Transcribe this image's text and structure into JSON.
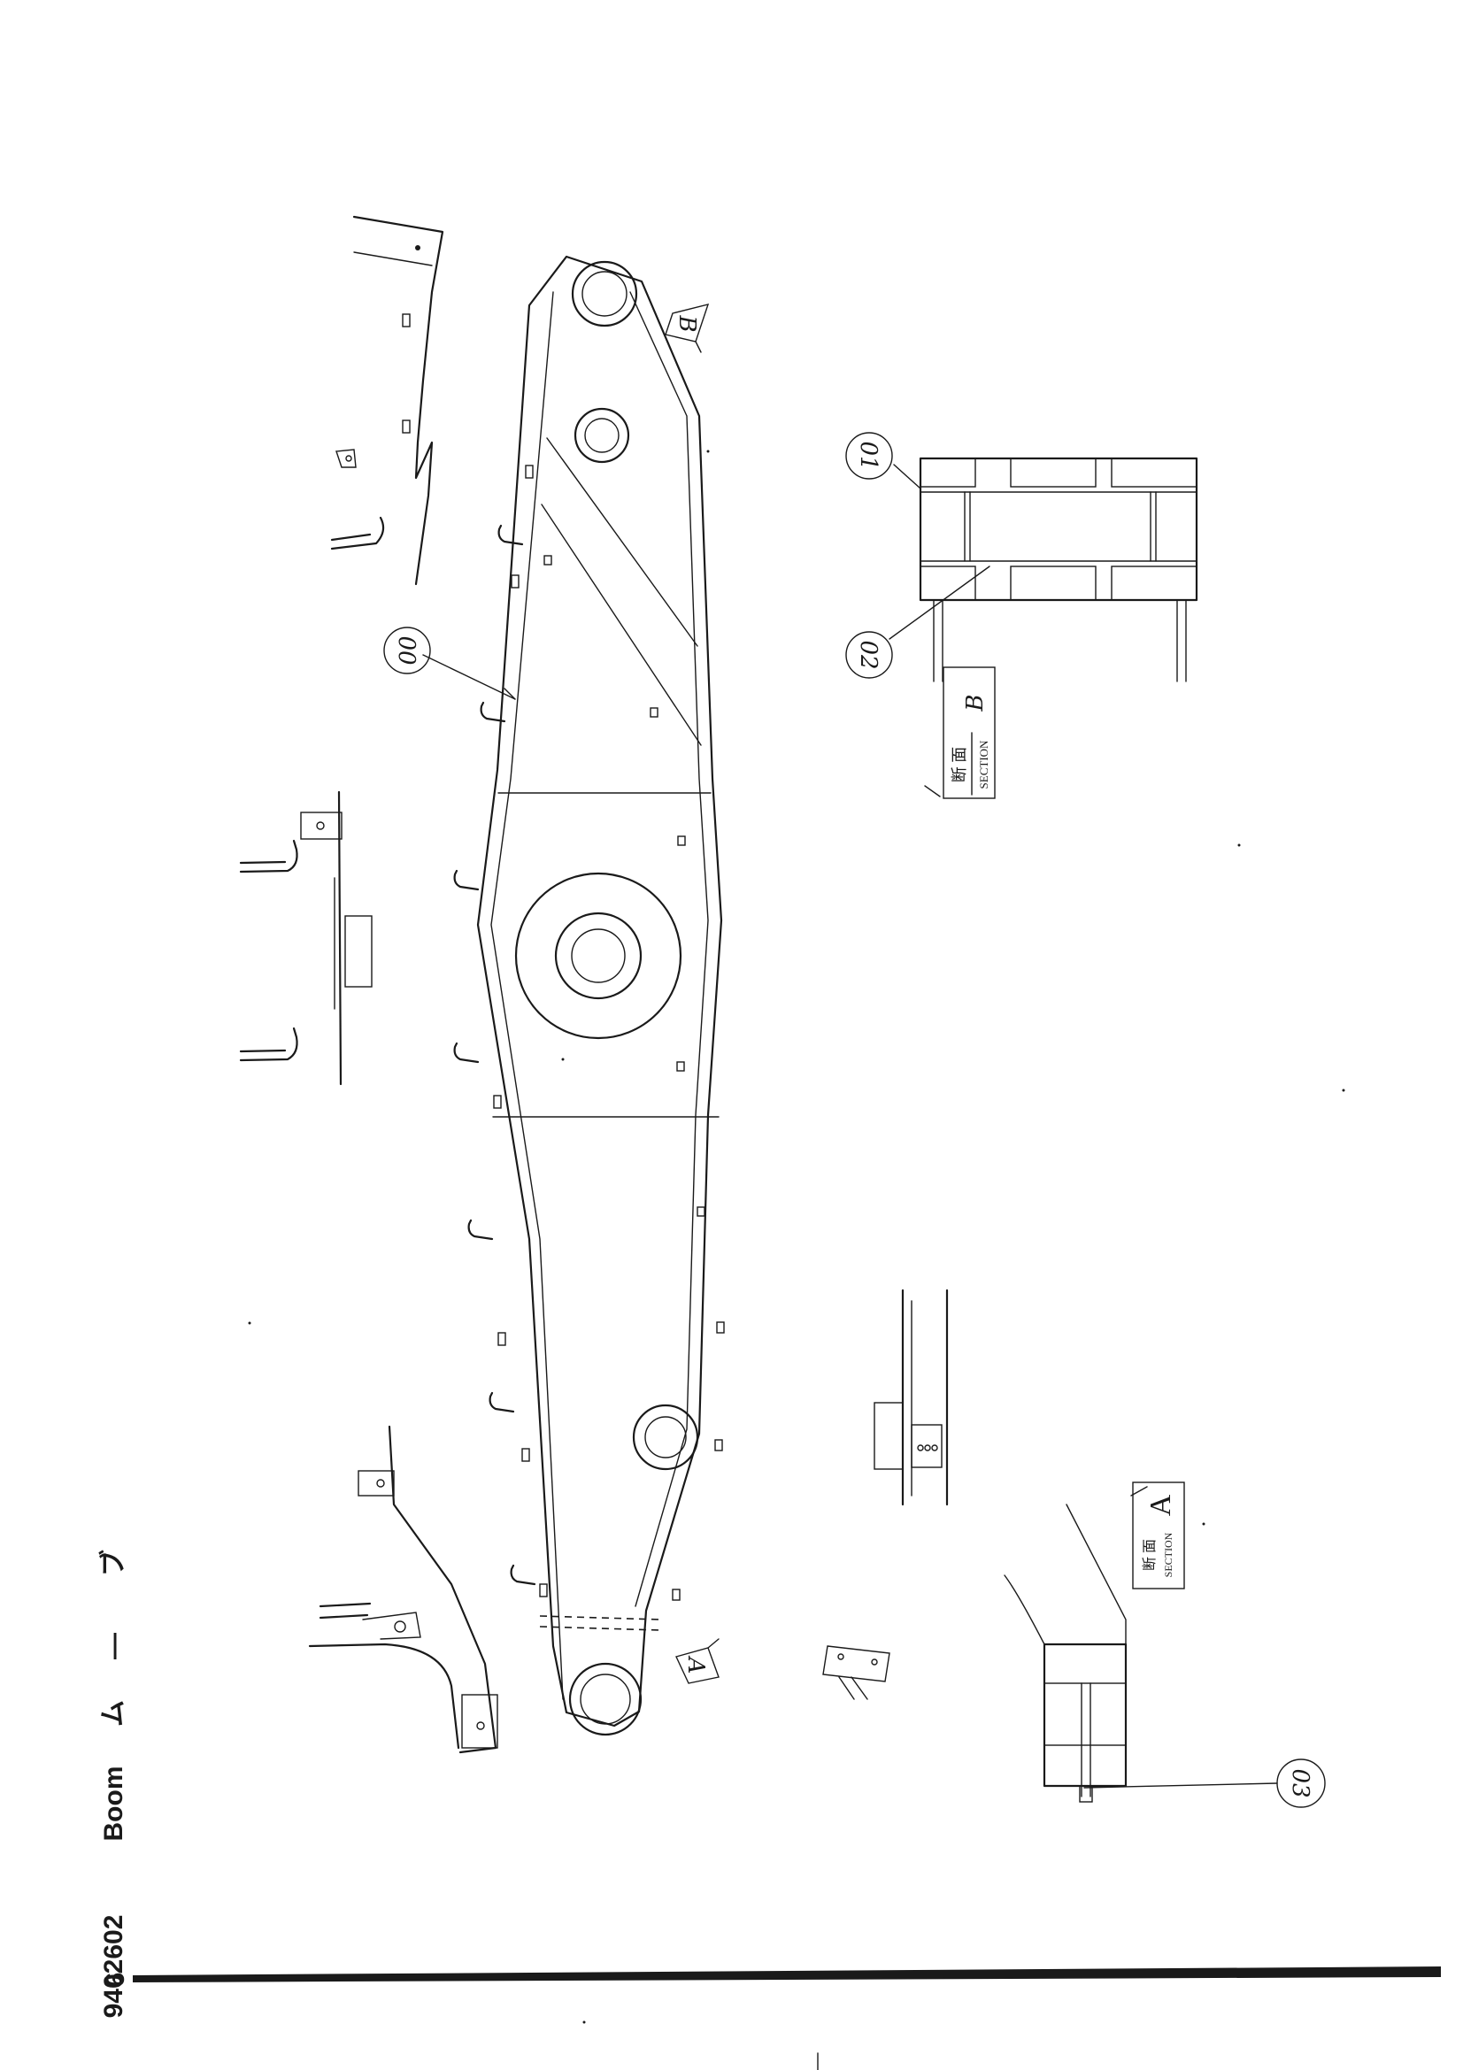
{
  "header": {
    "kana_1": "ブ",
    "dash": "—",
    "kana_2": "ム",
    "title": "Boom",
    "drawing_number": "9402602"
  },
  "page_number": "6",
  "callouts": {
    "main_part": "00",
    "bushing_1": "01",
    "bushing_2": "02",
    "grease_fitting": "03"
  },
  "view_markers": {
    "view_a": "A",
    "view_b": "B"
  },
  "sections": {
    "section_b": {
      "kanji": "断 面",
      "text": "SECTION",
      "letter": "B"
    },
    "section_a": {
      "kanji": "断 面",
      "text": "SECTION",
      "letter": "A"
    }
  },
  "colors": {
    "ink": "#1a1a1a",
    "paper": "#ffffff"
  }
}
